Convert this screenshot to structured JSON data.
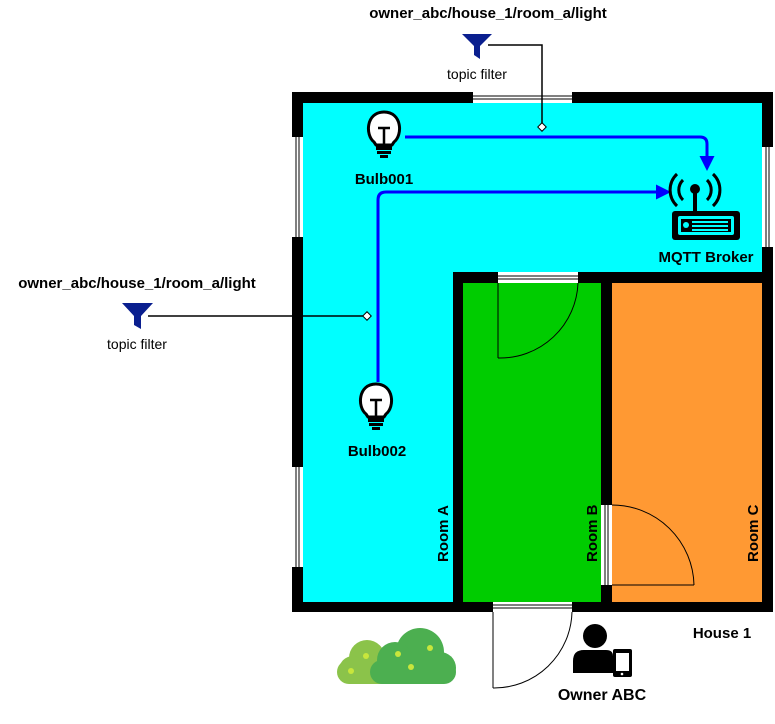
{
  "topics": {
    "top": {
      "path": "owner_abc/house_1/room_a/light",
      "caption": "topic filter"
    },
    "left": {
      "path": "owner_abc/house_1/room_a/light",
      "caption": "topic filter"
    }
  },
  "devices": {
    "bulb1": "Bulb001",
    "bulb2": "Bulb002",
    "broker": "MQTT Broker"
  },
  "rooms": {
    "a": "Room A",
    "b": "Room B",
    "c": "Room C"
  },
  "house": "House 1",
  "owner": "Owner ABC",
  "colors": {
    "room_a": "#00ffff",
    "room_b": "#00cc00",
    "room_c": "#ff9933",
    "wall": "#000000",
    "flow": "#0000ff",
    "filter": "#0a1f8f",
    "bush_light": "#8bc34a",
    "bush_dark": "#4caf50"
  }
}
